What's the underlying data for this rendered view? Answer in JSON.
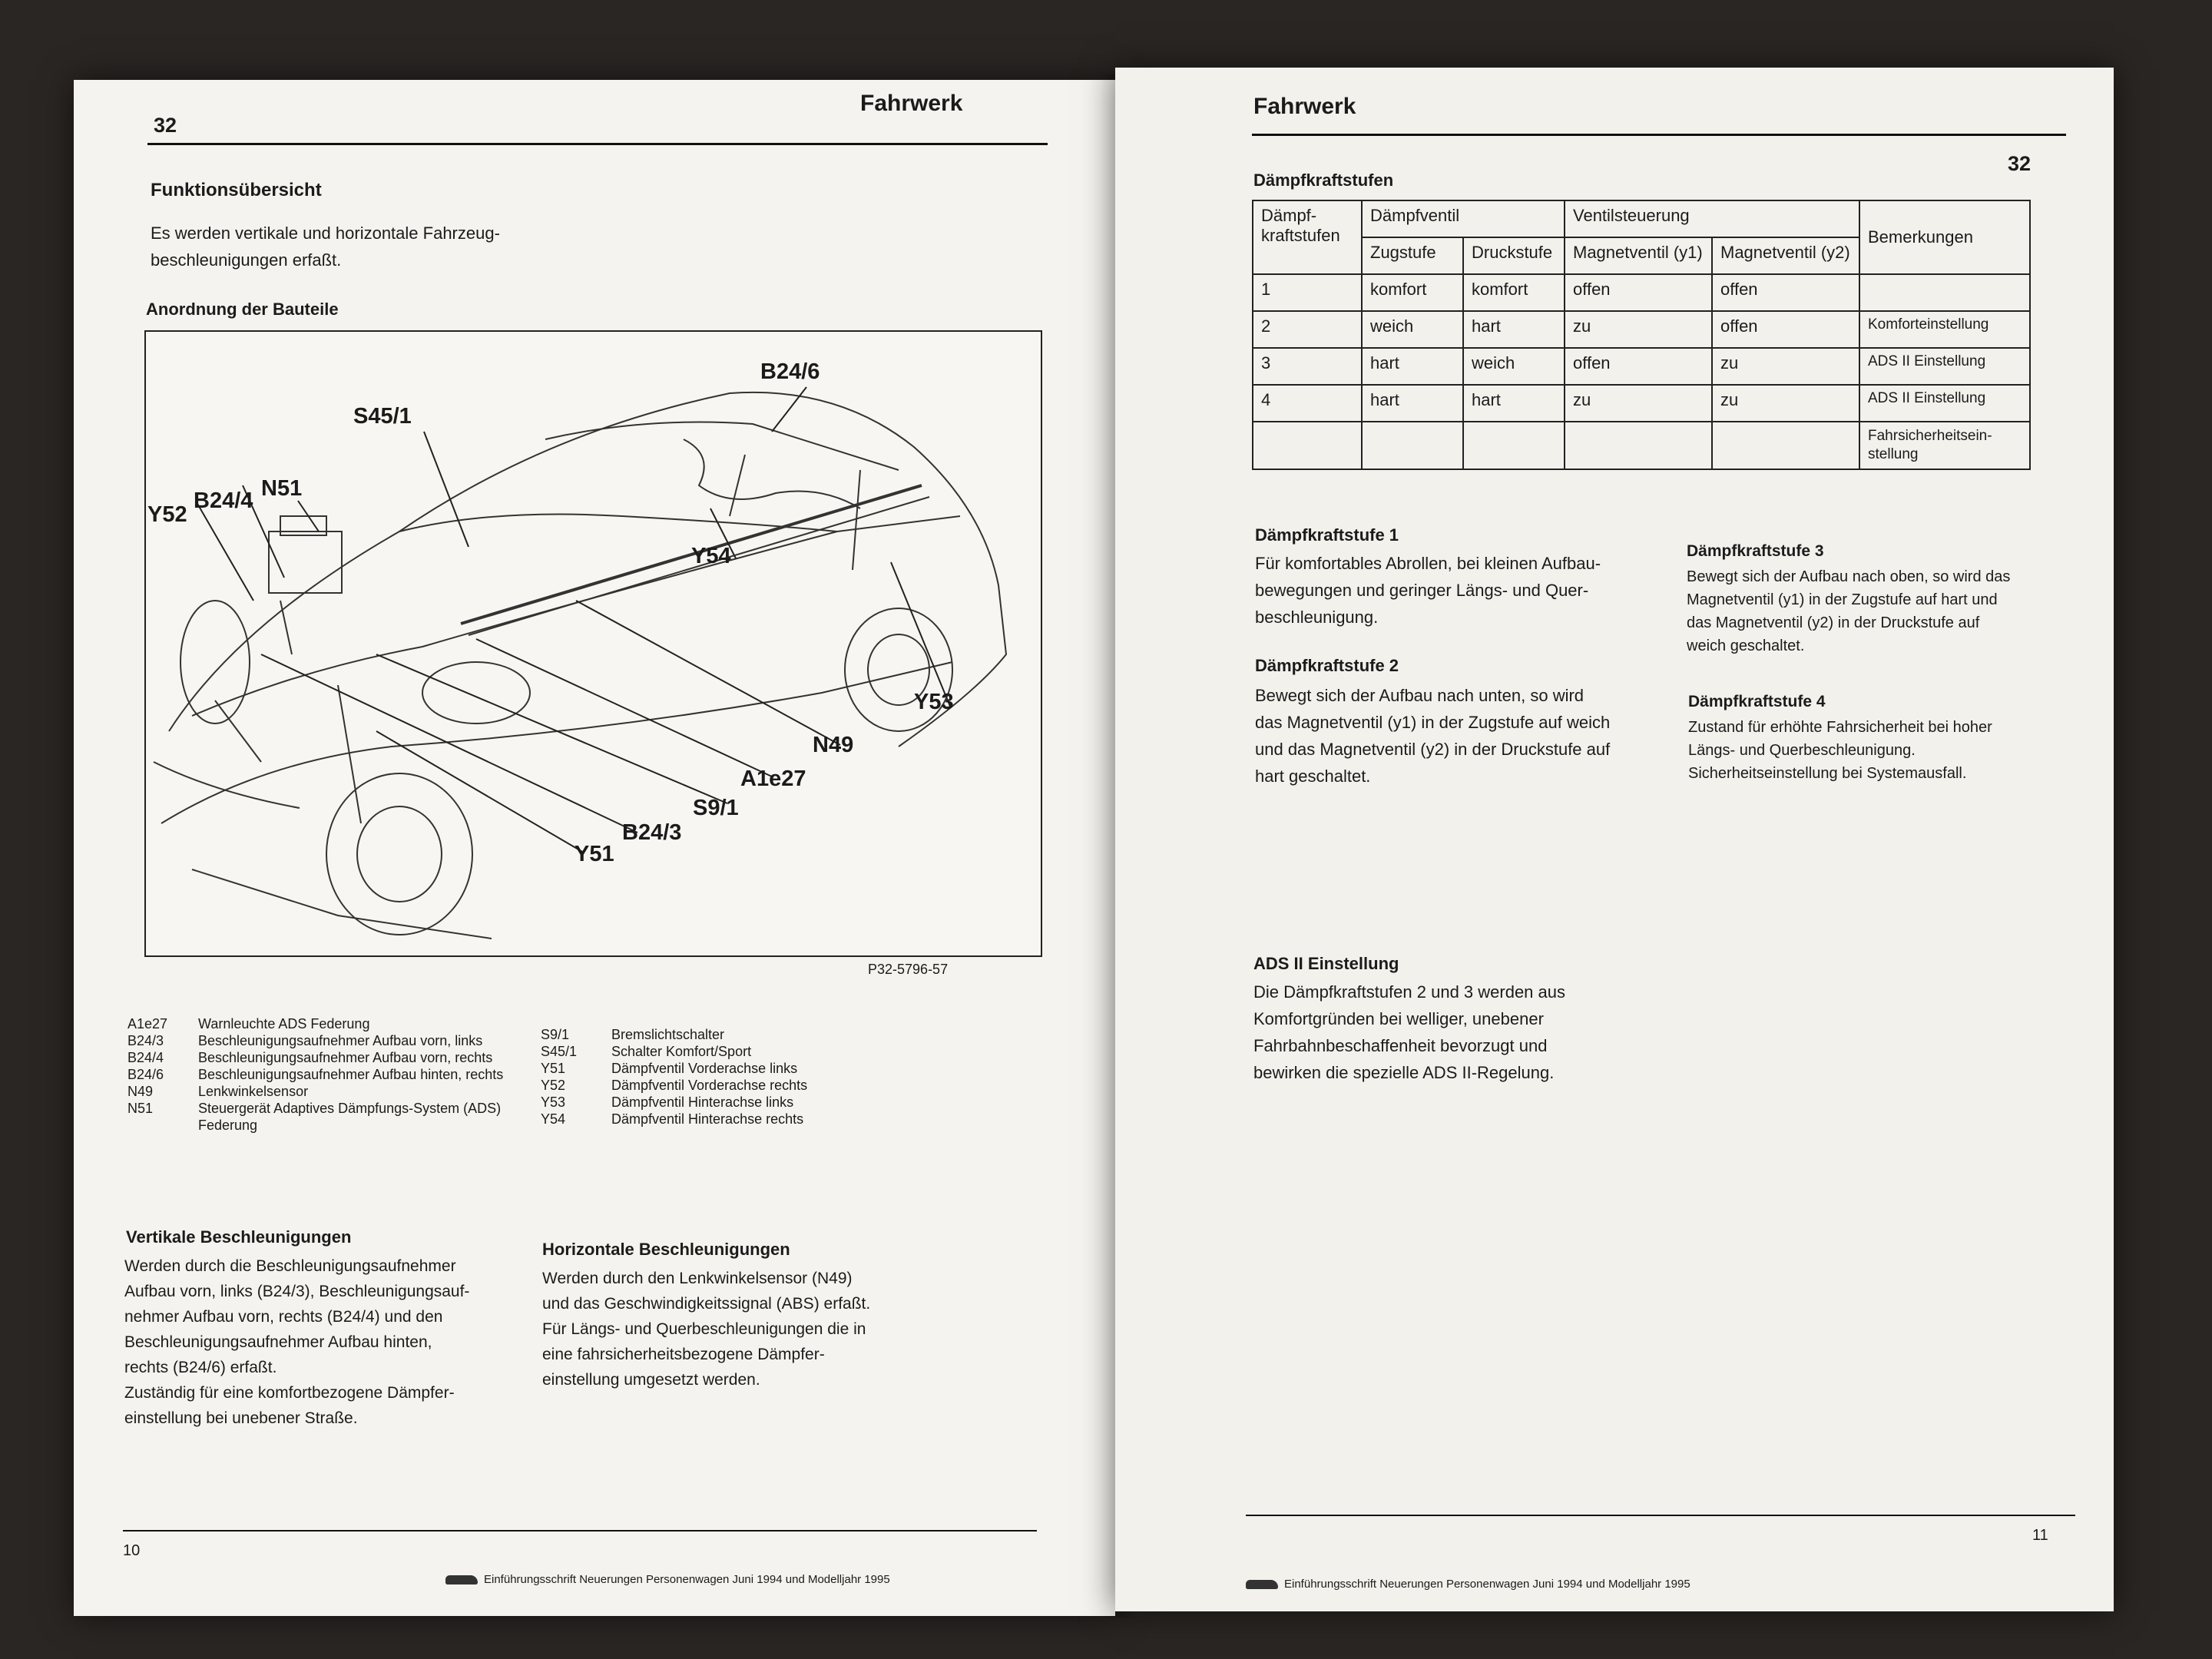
{
  "left": {
    "page_no_top": "32",
    "section": "Fahrwerk",
    "h_func": "Funktionsübersicht",
    "intro_l1": "Es werden vertikale und horizontale Fahrzeug-",
    "intro_l2": "beschleunigungen erfaßt.",
    "h_arr": "Anordnung der Bauteile",
    "fig_labels": {
      "b246": "B24/6",
      "s451": "S45/1",
      "n51": "N51",
      "b244": "B24/4",
      "y52": "Y52",
      "y54": "Y54",
      "y53": "Y53",
      "n49": "N49",
      "a1e27": "A1e27",
      "s91": "S9/1",
      "b243": "B24/3",
      "y51": "Y51"
    },
    "fig_code": "P32-5796-57",
    "legend_left": [
      {
        "k": "A1e27",
        "v": "Warnleuchte ADS Federung"
      },
      {
        "k": "B24/3",
        "v": "Beschleunigungsaufnehmer Aufbau vorn, links"
      },
      {
        "k": "B24/4",
        "v": "Beschleunigungsaufnehmer Aufbau vorn, rechts"
      },
      {
        "k": "B24/6",
        "v": "Beschleunigungsaufnehmer Aufbau hinten, rechts"
      },
      {
        "k": "N49",
        "v": "Lenkwinkelsensor"
      },
      {
        "k": "N51",
        "v": "Steuergerät Adaptives Dämpfungs-System (ADS)"
      },
      {
        "k": "",
        "v": "Federung"
      }
    ],
    "legend_right": [
      {
        "k": "S9/1",
        "v": "Bremslichtschalter"
      },
      {
        "k": "S45/1",
        "v": "Schalter Komfort/Sport"
      },
      {
        "k": "Y51",
        "v": "Dämpfventil Vorderachse links"
      },
      {
        "k": "Y52",
        "v": "Dämpfventil Vorderachse rechts"
      },
      {
        "k": "Y53",
        "v": "Dämpfventil Hinterachse links"
      },
      {
        "k": "Y54",
        "v": "Dämpfventil Hinterachse rechts"
      }
    ],
    "h_vert": "Vertikale Beschleunigungen",
    "vert_lines": [
      "Werden durch die Beschleunigungsaufnehmer",
      "Aufbau vorn, links (B24/3), Beschleunigungsauf-",
      "nehmer Aufbau vorn, rechts (B24/4) und den",
      "Beschleunigungsaufnehmer Aufbau hinten,",
      "rechts (B24/6) erfaßt.",
      "Zuständig für eine komfortbezogene Dämpfer-",
      "einstellung bei unebener Straße."
    ],
    "h_horiz": "Horizontale Beschleunigungen",
    "horiz_lines": [
      "Werden durch den Lenkwinkelsensor (N49)",
      "und das Geschwindigkeitssignal (ABS) erfaßt.",
      "Für Längs- und Querbeschleunigungen die in",
      "eine fahrsicherheitsbezogene Dämpfer-",
      "einstellung umgesetzt werden."
    ],
    "page_no_bottom": "10",
    "footer": "Einführungsschrift Neuerungen Personenwagen Juni 1994 und Modelljahr 1995"
  },
  "right": {
    "section": "Fahrwerk",
    "page_no_top": "32",
    "h_table": "Dämpfkraftstufen",
    "table": {
      "h_stufen": "Dämpf-\nkraftstufen",
      "h_ventil": "Dämpfventil",
      "h_steuer": "Ventilsteuerung",
      "h_bem": "Bemerkungen",
      "h_zug": "Zugstufe",
      "h_druck": "Druckstufe",
      "h_y1": "Magnetventil (y1)",
      "h_y2": "Magnetventil (y2)",
      "rows": [
        [
          "1",
          "komfort",
          "komfort",
          "offen",
          "offen",
          ""
        ],
        [
          "2",
          "weich",
          "hart",
          "zu",
          "offen",
          "Komforteinstellung"
        ],
        [
          "3",
          "hart",
          "weich",
          "offen",
          "zu",
          "ADS II Einstellung"
        ],
        [
          "4",
          "hart",
          "hart",
          "zu",
          "zu",
          "ADS II Einstellung"
        ],
        [
          "",
          "",
          "",
          "",
          "",
          "Fahrsicherheitsein-\nstellung"
        ]
      ]
    },
    "s1_h": "Dämpfkraftstufe 1",
    "s1": [
      "Für komfortables Abrollen, bei kleinen Aufbau-",
      "bewegungen und geringer Längs- und Quer-",
      "beschleunigung."
    ],
    "s2_h": "Dämpfkraftstufe 2",
    "s2": [
      "Bewegt sich der Aufbau nach unten, so wird",
      "das Magnetventil (y1) in der Zugstufe auf weich",
      "und das Magnetventil (y2) in der Druckstufe auf",
      "hart geschaltet."
    ],
    "s3_h": "Dämpfkraftstufe 3",
    "s3": [
      "Bewegt sich der Aufbau nach oben, so wird das",
      "Magnetventil (y1) in der Zugstufe auf hart und",
      "das Magnetventil (y2) in der Druckstufe auf",
      "weich geschaltet."
    ],
    "s4_h": "Dämpfkraftstufe 4",
    "s4": [
      "Zustand für erhöhte Fahrsicherheit bei hoher",
      "Längs- und Querbeschleunigung.",
      "Sicherheitseinstellung bei Systemausfall."
    ],
    "ads_h": "ADS II Einstellung",
    "ads": [
      "Die Dämpfkraftstufen 2 und 3 werden aus",
      "Komfortgründen bei welliger, unebener",
      "Fahrbahnbeschaffenheit bevorzugt und",
      "bewirken die spezielle ADS II-Regelung."
    ],
    "page_no_bottom": "11",
    "footer": "Einführungsschrift Neuerungen Personenwagen Juni 1994 und Modelljahr 1995"
  }
}
